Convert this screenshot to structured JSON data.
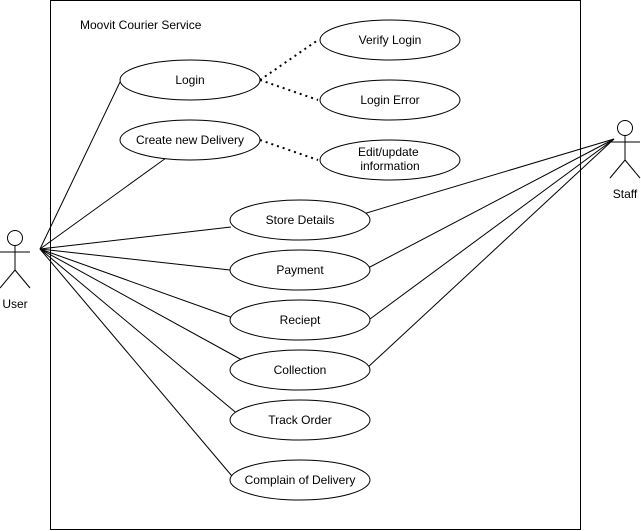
{
  "system": {
    "title": "Moovit Courier Service"
  },
  "actors": {
    "user": {
      "label": "User"
    },
    "staff": {
      "label": "Staff"
    }
  },
  "use_cases": {
    "login": {
      "label": "Login"
    },
    "create_delivery": {
      "label": "Create new Delivery"
    },
    "verify_login": {
      "label": "Verify Login"
    },
    "login_error": {
      "label": "Login Error"
    },
    "edit_update_info": {
      "label_lines": [
        "Edit/update",
        "information"
      ]
    },
    "store_details": {
      "label": "Store Details"
    },
    "payment": {
      "label": "Payment"
    },
    "reciept": {
      "label": "Reciept"
    },
    "collection": {
      "label": "Collection"
    },
    "track_order": {
      "label": "Track Order"
    },
    "complain_delivery": {
      "label": "Complain of Delivery"
    }
  },
  "relationships": [
    {
      "from": "user",
      "to": "login",
      "kind": "association"
    },
    {
      "from": "user",
      "to": "create_delivery",
      "kind": "association"
    },
    {
      "from": "user",
      "to": "store_details",
      "kind": "association"
    },
    {
      "from": "user",
      "to": "payment",
      "kind": "association"
    },
    {
      "from": "user",
      "to": "reciept",
      "kind": "association"
    },
    {
      "from": "user",
      "to": "collection",
      "kind": "association"
    },
    {
      "from": "user",
      "to": "track_order",
      "kind": "association"
    },
    {
      "from": "user",
      "to": "complain_delivery",
      "kind": "association"
    },
    {
      "from": "staff",
      "to": "store_details",
      "kind": "association"
    },
    {
      "from": "staff",
      "to": "payment",
      "kind": "association"
    },
    {
      "from": "staff",
      "to": "reciept",
      "kind": "association"
    },
    {
      "from": "staff",
      "to": "collection",
      "kind": "association"
    },
    {
      "from": "login",
      "to": "verify_login",
      "kind": "dotted"
    },
    {
      "from": "login",
      "to": "login_error",
      "kind": "dotted"
    },
    {
      "from": "create_delivery",
      "to": "edit_update_info",
      "kind": "dotted"
    }
  ]
}
